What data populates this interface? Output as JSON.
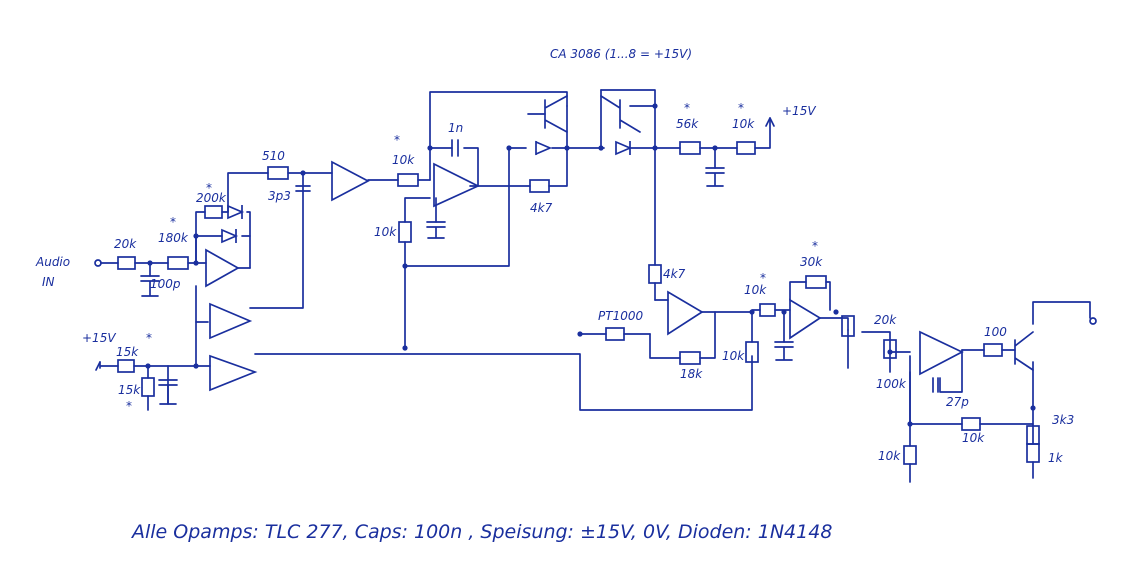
{
  "title": "CA 3086 (1...8 = +15V)",
  "notes": {
    "footer": "Alle Opamps: TLC 277, Caps: 100n , Speisung: ±15V, 0V, Dioden: 1N4148"
  },
  "ports": {
    "audio_in": [
      "Audio",
      "IN"
    ],
    "supply_left": "+15V",
    "supply_right": "+15V"
  },
  "components": {
    "r_20k_in": "20k",
    "r_180k": "180k",
    "r_200k": "200k",
    "c_100p": "100p",
    "r_510": "510",
    "c_3p3": "3p3",
    "r_10k_mid": "10k",
    "c_1n": "1n",
    "r_10k_vert": "10k",
    "r_4k7_top": "4k7",
    "r_56k": "56k",
    "r_10k_top": "10k",
    "r_4k7_mid": "4k7",
    "pt1000": "PT1000",
    "r_18k": "18k",
    "r_10k_a": "10k",
    "r_30k": "30k",
    "r_10k_b": "10k",
    "r_20k_pot": "20k",
    "r_100k": "100k",
    "c_27p": "27p",
    "r_10k_fb": "10k",
    "r_10k_bottom": "10k",
    "r_100_out": "100",
    "r_3k3": "3k3",
    "r_1k": "1k",
    "r_15k_top": "15k",
    "r_15k_bottom": "15k"
  },
  "markers": {
    "star": "*"
  }
}
